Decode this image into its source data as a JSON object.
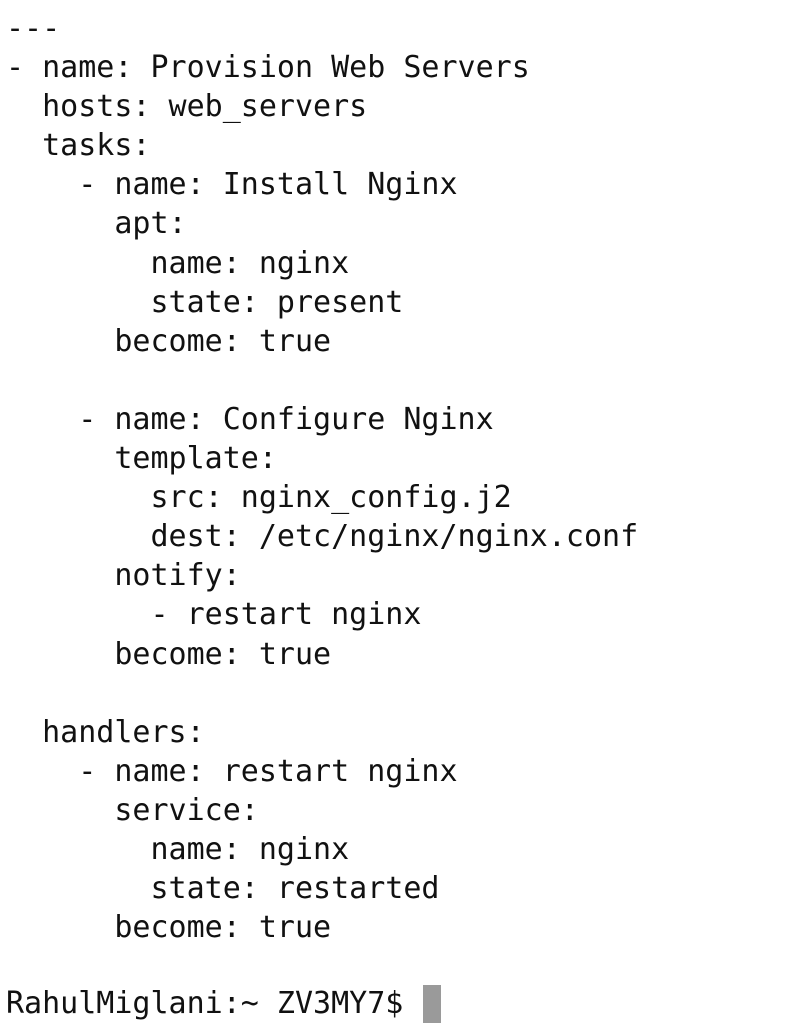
{
  "terminal": {
    "lines": [
      "---",
      "- name: Provision Web Servers",
      "  hosts: web_servers",
      "  tasks:",
      "    - name: Install Nginx",
      "      apt:",
      "        name: nginx",
      "        state: present",
      "      become: true",
      "",
      "    - name: Configure Nginx",
      "      template:",
      "        src: nginx_config.j2",
      "        dest: /etc/nginx/nginx.conf",
      "      notify:",
      "        - restart nginx",
      "      become: true",
      "",
      "  handlers:",
      "    - name: restart nginx",
      "      service:",
      "        name: nginx",
      "        state: restarted",
      "      become: true"
    ],
    "prompt": "RahulMiglani:~ ZV3MY7$ "
  }
}
